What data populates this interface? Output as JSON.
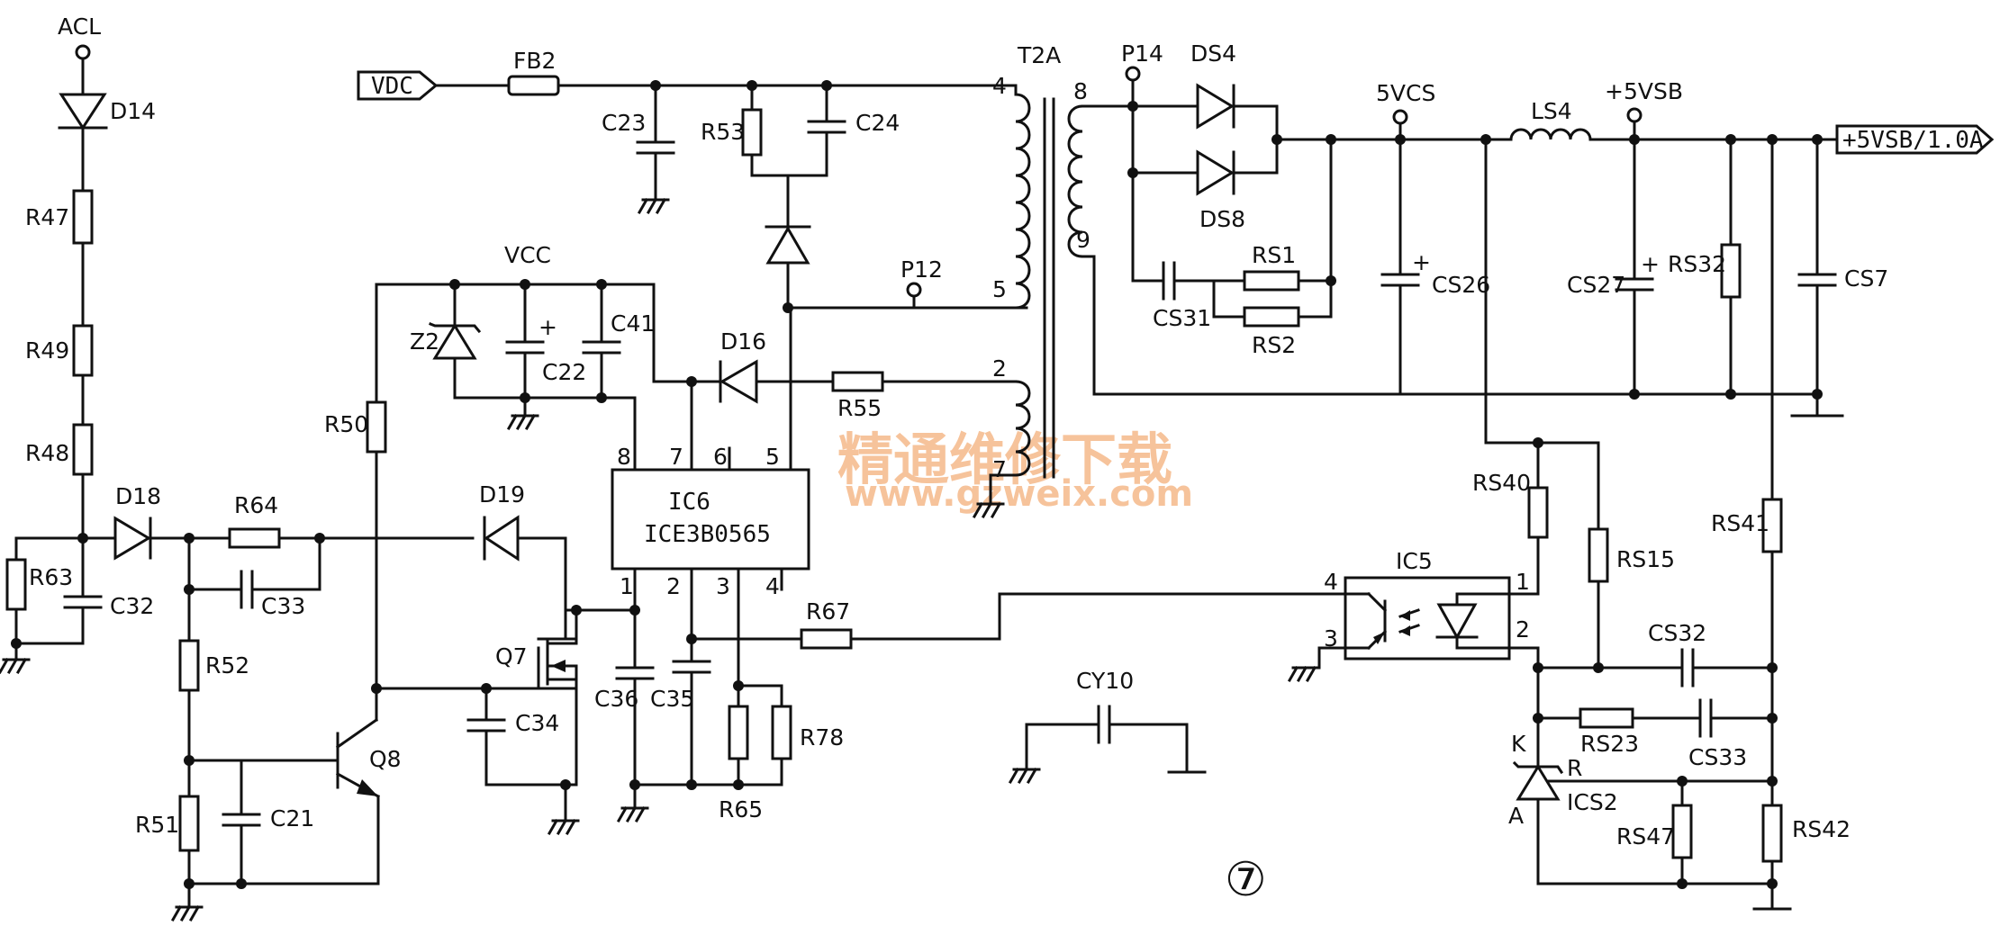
{
  "watermark": {
    "title": "精通维修下载",
    "url": "www.gzweix.com"
  },
  "figure_number": "⑦",
  "ports": {
    "vdc": "VDC",
    "out": "+5VSB/1.0A",
    "acl": "ACL"
  },
  "ic": {
    "ref": "IC6",
    "part": "ICE3B0565",
    "pins": [
      "1",
      "2",
      "3",
      "4",
      "5",
      "6",
      "7",
      "8"
    ]
  },
  "opto": {
    "ref": "IC5",
    "pins": [
      "1",
      "2",
      "3",
      "4"
    ]
  },
  "transformer": {
    "ref": "T2A",
    "pins": [
      "2",
      "4",
      "5",
      "7",
      "8",
      "9"
    ]
  },
  "shunt": {
    "ref": "ICS2",
    "k": "K",
    "a": "A",
    "r": "R"
  },
  "nets": {
    "vcc": "VCC",
    "p12": "P12",
    "p14": "P14",
    "v5vcs": "5VCS",
    "v5vsb": "+5VSB"
  },
  "labels": {
    "D14": "D14",
    "R47": "R47",
    "R49": "R49",
    "R48": "R48",
    "R63": "R63",
    "C32": "C32",
    "D18": "D18",
    "R64": "R64",
    "C33": "C33",
    "R52": "R52",
    "R51": "R51",
    "C21": "C21",
    "Q8": "Q8",
    "R50": "R50",
    "D19": "D19",
    "Q7": "Q7",
    "C34": "C34",
    "Z2": "Z2",
    "C22": "C22",
    "C41": "C41",
    "FB2": "FB2",
    "C23": "C23",
    "R53": "R53",
    "C24": "C24",
    "D16": "D16",
    "R55": "R55",
    "C36": "C36",
    "C35": "C35",
    "R65": "R65",
    "R78": "R78",
    "R67": "R67",
    "DS4": "DS4",
    "DS8": "DS8",
    "CS31": "CS31",
    "RS1": "RS1",
    "RS2": "RS2",
    "CS26": "CS26",
    "LS4": "LS4",
    "CS27": "CS27",
    "RS32": "RS32",
    "CS7": "CS7",
    "RS40": "RS40",
    "RS15": "RS15",
    "RS41": "RS41",
    "CS32": "CS32",
    "RS23": "RS23",
    "CS33": "CS33",
    "RS47": "RS47",
    "RS42": "RS42",
    "CY10": "CY10"
  }
}
